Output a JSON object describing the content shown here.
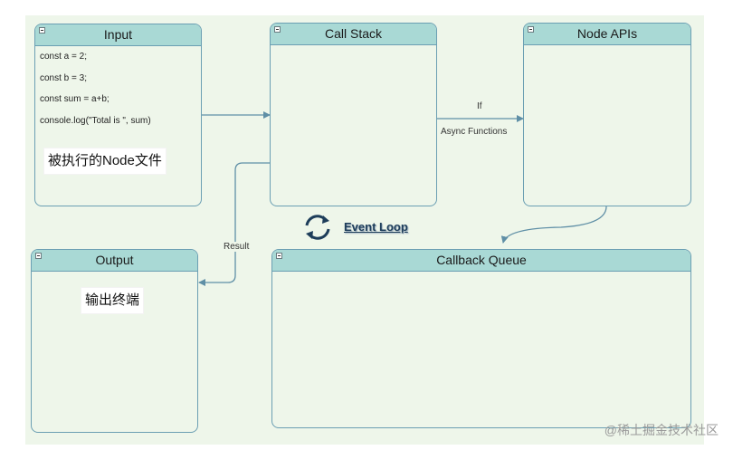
{
  "input": {
    "title": "Input",
    "code": [
      "const a = 2;",
      "const b = 3;",
      "const sum = a+b;",
      "console.log(\"Total is \", sum)"
    ],
    "note": "被执行的Node文件"
  },
  "call_stack": {
    "title": "Call Stack"
  },
  "node_apis": {
    "title": "Node APIs"
  },
  "output": {
    "title": "Output",
    "note": "输出终端"
  },
  "callback_queue": {
    "title": "Callback Queue"
  },
  "edges": {
    "if_label": "If",
    "async_label": "Async Functions",
    "result_label": "Result"
  },
  "event_loop": {
    "label": "Event Loop"
  },
  "watermark": "@稀土掘金技术社区",
  "colors": {
    "header": "#a9d9d5",
    "border": "#6b9fb3",
    "canvas": "#eef6ea",
    "arrow": "#5f8fa6"
  }
}
